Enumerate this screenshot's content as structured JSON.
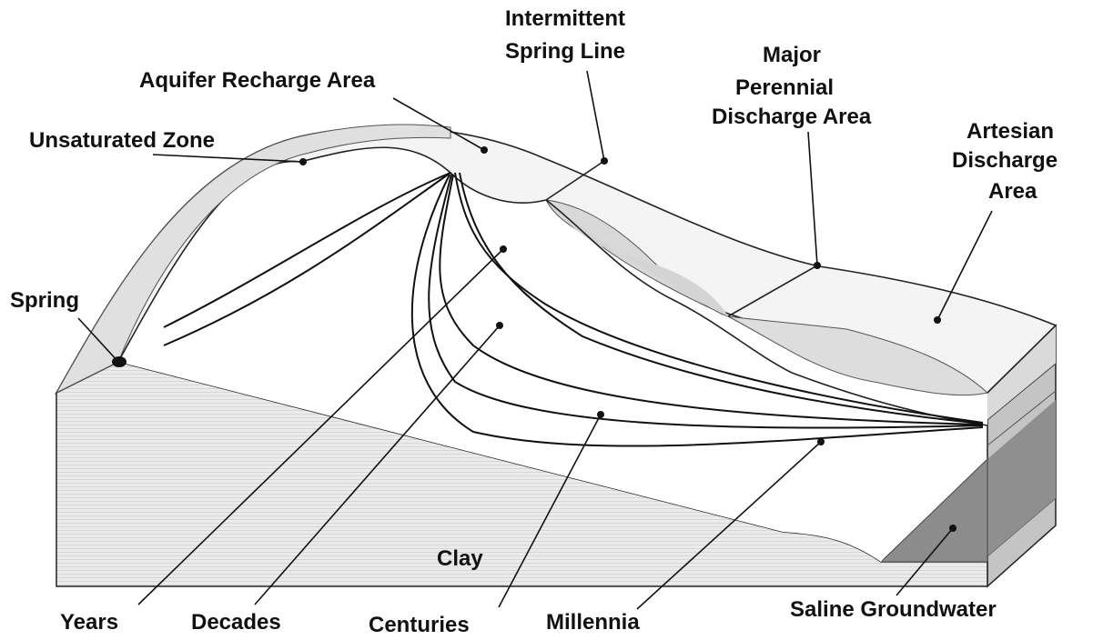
{
  "labels": {
    "intermittent_1": "Intermittent",
    "intermittent_2": "Spring Line",
    "aquifer_recharge": "Aquifer Recharge Area",
    "major_1": "Major",
    "major_2": "Perennial",
    "major_3": "Discharge Area",
    "artesian_1": "Artesian",
    "artesian_2": "Discharge",
    "artesian_3": "Area",
    "unsaturated": "Unsaturated Zone",
    "spring": "Spring",
    "clay": "Clay",
    "years": "Years",
    "decades": "Decades",
    "centuries": "Centuries",
    "millennia": "Millennia",
    "saline": "Saline Groundwater"
  },
  "colors": {
    "surface": "#f4f4f4",
    "unsaturated_band": "#e2e2e2",
    "discharge_shade": "#dcdcdc",
    "clay": "#e9e9e9",
    "saline": "#8c8c8c",
    "side_light": "#c8c8c8",
    "side_dark": "#a0a0a0",
    "ink": "#111111"
  }
}
